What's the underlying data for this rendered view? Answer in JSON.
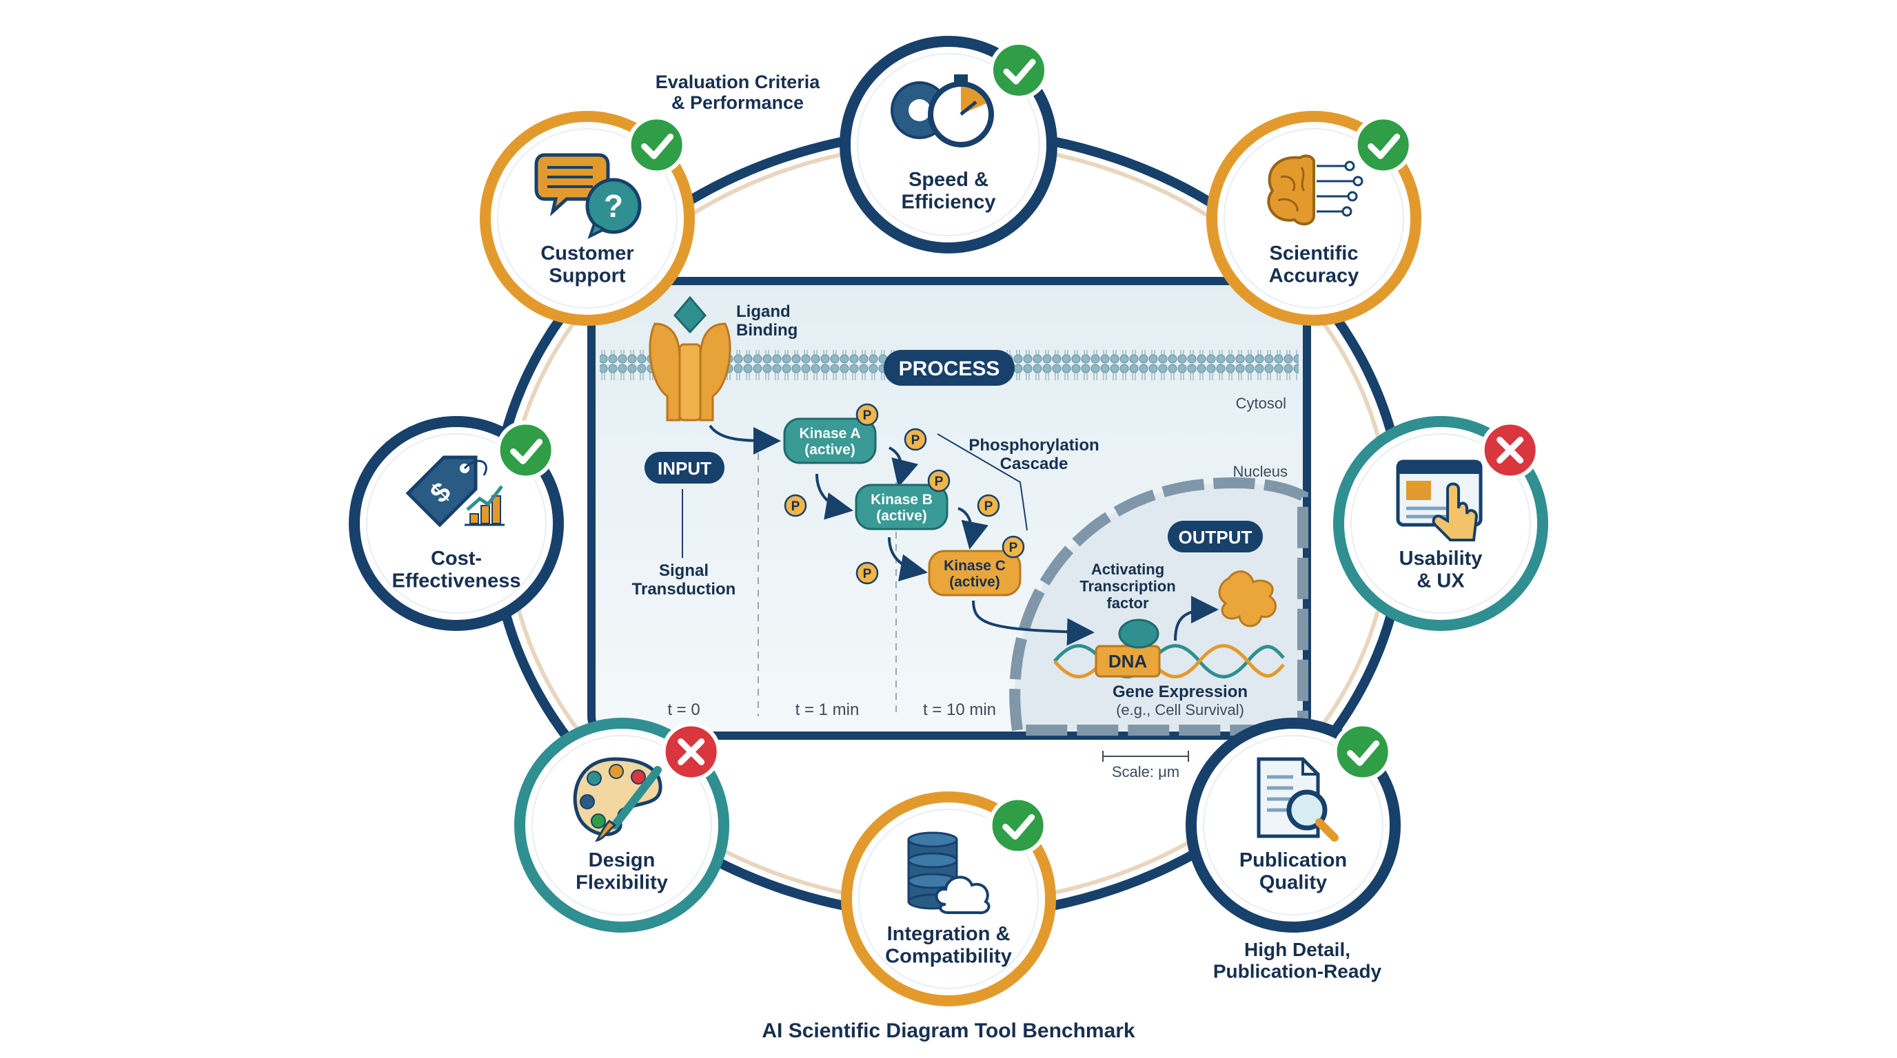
{
  "header": {
    "caption": "Evaluation Criteria\n& Performance"
  },
  "footer": {
    "title": "AI Scientific Diagram Tool Benchmark",
    "note": "High Detail,\nPublication-Ready"
  },
  "colors": {
    "navy": "#17406b",
    "orange": "#e39a2d",
    "teal": "#2f8f91",
    "check": "#2f9e47",
    "cross": "#d9363e"
  },
  "criteria": [
    {
      "label": "Speed &\nEfficiency",
      "icon": "gear-stopwatch-icon",
      "status": "pass"
    },
    {
      "label": "Scientific\nAccuracy",
      "icon": "brain-circuit-icon",
      "status": "pass"
    },
    {
      "label": "Usability\n& UX",
      "icon": "browser-hand-icon",
      "status": "fail"
    },
    {
      "label": "Publication\nQuality",
      "icon": "document-magnifier-icon",
      "status": "pass"
    },
    {
      "label": "Integration &\nCompatibility",
      "icon": "database-cloud-icon",
      "status": "pass"
    },
    {
      "label": "Design\nFlexibility",
      "icon": "palette-brush-icon",
      "status": "fail"
    },
    {
      "label": "Cost-\nEffectiveness",
      "icon": "price-tag-chart-icon",
      "status": "pass"
    },
    {
      "label": "Customer\nSupport",
      "icon": "chat-bubbles-icon",
      "status": "pass"
    }
  ],
  "panel": {
    "process": "PROCESS",
    "input": "INPUT",
    "output": "OUTPUT",
    "ligand": "Ligand\nBinding",
    "cytosol": "Cytosol",
    "nucleus": "Nucleus",
    "signal": "Signal\nTransduction",
    "cascade": "Phosphorylation\nCascade",
    "kinases": [
      "Kinase A\n(active)",
      "Kinase B\n(active)",
      "Kinase C\n(active)"
    ],
    "phospho": "P",
    "tf": "Activating\nTranscription\nfactor",
    "dna": "DNA",
    "gene": "Gene Expression",
    "gene_note": "(e.g., Cell Survival)",
    "times": [
      "t = 0",
      "t = 1 min",
      "t = 10 min"
    ],
    "scale": "Scale: μm"
  }
}
